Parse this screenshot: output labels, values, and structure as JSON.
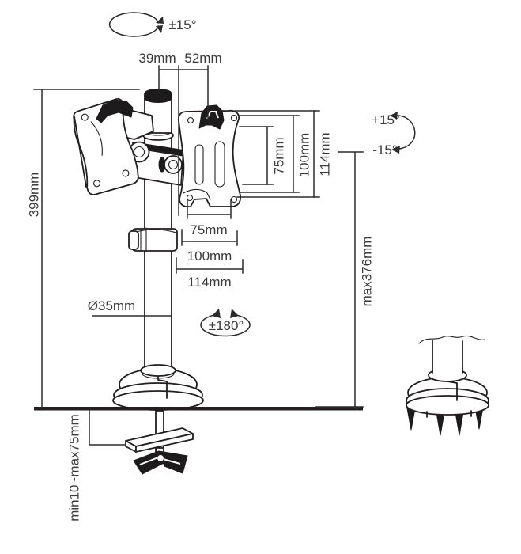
{
  "diagram": {
    "title_hint": "desk-mount-monitor-arm-dimension-drawing",
    "colors": {
      "line": "#231f20",
      "dimension_line": "#2b2b2c",
      "text": "#3a3a3c",
      "background": "#ffffff"
    },
    "labels": {
      "head_rotation": "±15°",
      "offset_39": "39mm",
      "offset_52": "52mm",
      "height_399": "399mm",
      "vesa_vertical": {
        "v75": "75mm",
        "v100": "100mm",
        "v114": "114mm"
      },
      "vesa_horizontal": {
        "h75": "75mm",
        "h100": "100mm",
        "h114": "114mm"
      },
      "tilt_up": "+15°",
      "tilt_down": "-15°",
      "pole_height": "max376mm",
      "pole_diameter": "Ø35mm",
      "swivel": "±180°",
      "clamp_range": "min10~max75mm"
    },
    "icons": [
      "rotation-arc-arrow-icon",
      "tilt-arc-arrow-icon",
      "swivel-arc-arrow-icon"
    ]
  }
}
